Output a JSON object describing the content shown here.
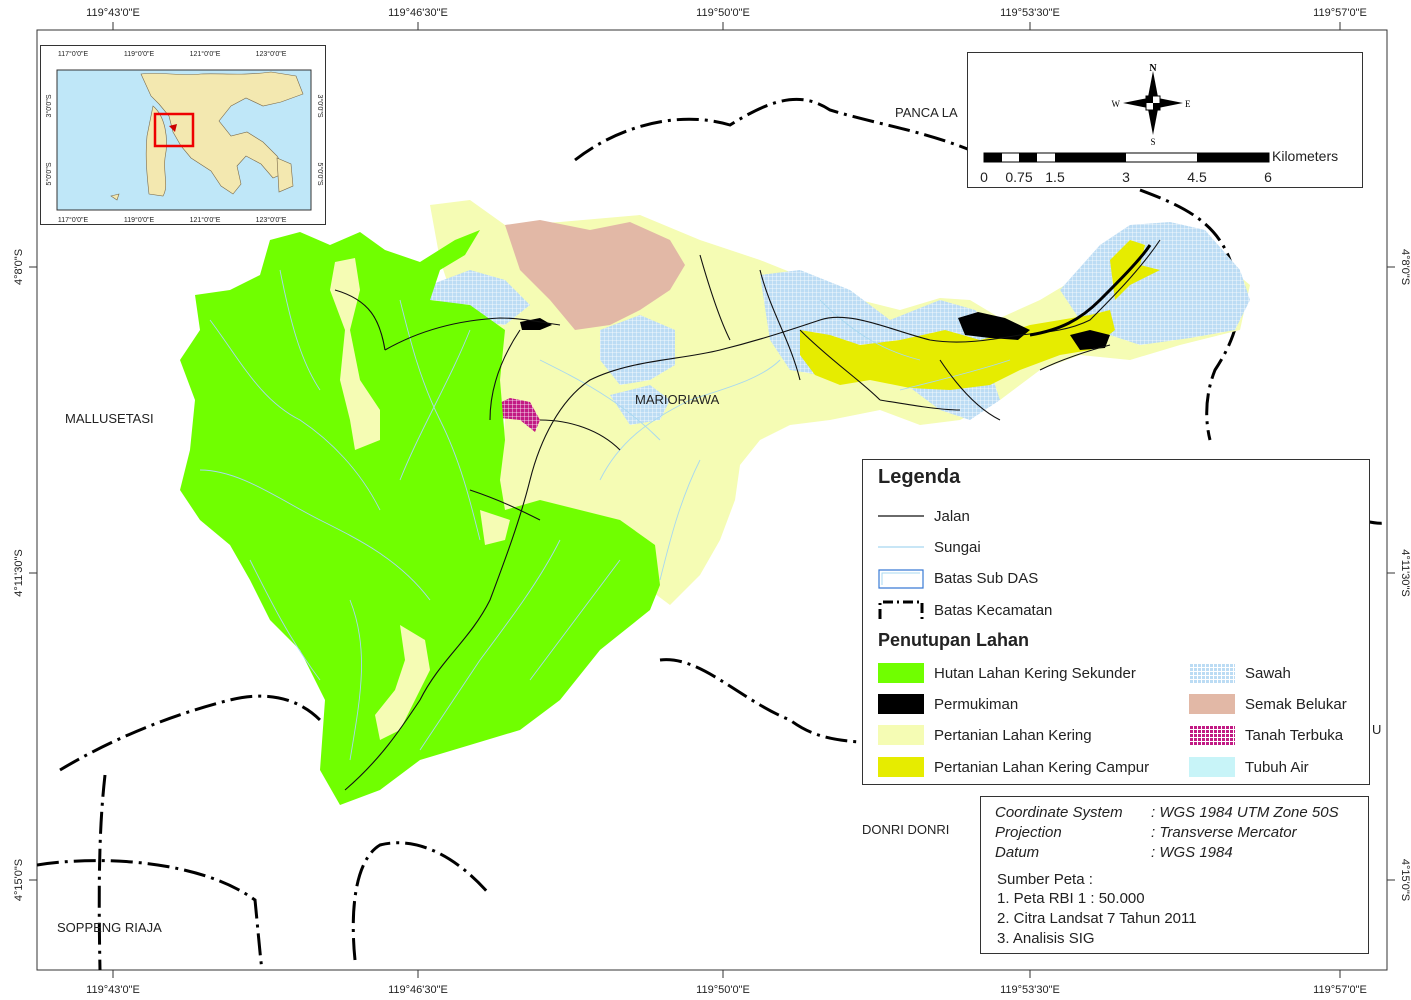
{
  "grid_labels": {
    "top_lon": [
      "119°43'0\"E",
      "119°46'30\"E",
      "119°50'0\"E",
      "119°53'30\"E",
      "119°57'0\"E"
    ],
    "bottom_lon": [
      "119°43'0\"E",
      "119°46'30\"E",
      "119°50'0\"E",
      "119°53'30\"E",
      "119°57'0\"E"
    ],
    "left_lat": [
      "4°8'0\"S",
      "4°11'30\"S",
      "4°15'0\"S"
    ],
    "right_lat": [
      "4°8'0\"S",
      "4°11'30\"S",
      "4°15'0\"S"
    ]
  },
  "places": {
    "panca_la": "PANCA LA",
    "mallusetasi": "MALLUSETASI",
    "marioriawa": "MARIORIAWA",
    "donri_donri": "DONRI DONRI",
    "soppeng_riaja": "SOPPENG RIAJA",
    "u_label": "U"
  },
  "inset": {
    "top_lon": [
      "117°0'0\"E",
      "119°0'0\"E",
      "121°0'0\"E",
      "123°0'0\"E"
    ],
    "bottom_lon": [
      "117°0'0\"E",
      "119°0'0\"E",
      "121°0'0\"E",
      "123°0'0\"E"
    ],
    "left_lat": [
      "3°0'0\"S",
      "5°0'0\"S"
    ],
    "right_lat": [
      "3°0'0\"S",
      "5°0'0\"S"
    ]
  },
  "compass": {
    "n": "N",
    "s": "S",
    "e": "E",
    "w": "W"
  },
  "scale": {
    "unit": "Kilometers",
    "labels": [
      "0",
      "0.75",
      "1.5",
      "3",
      "4.5",
      "6"
    ]
  },
  "legend": {
    "title": "Legenda",
    "lines": [
      {
        "label": "Jalan"
      },
      {
        "label": "Sungai"
      },
      {
        "label": "Batas Sub DAS"
      },
      {
        "label": "Batas Kecamatan"
      }
    ],
    "landcover_title": "Penutupan Lahan",
    "landcover_left": [
      {
        "label": "Hutan Lahan Kering Sekunder",
        "color": "#70ff00"
      },
      {
        "label": "Permukiman",
        "color": "#000000"
      },
      {
        "label": "Pertanian Lahan Kering",
        "color": "#f5fcb4"
      },
      {
        "label": "Pertanian Lahan Kering Campur",
        "color": "#e6ec00"
      }
    ],
    "landcover_right": [
      {
        "label": "Sawah",
        "color": "#bcdcf4"
      },
      {
        "label": "Semak Belukar",
        "color": "#e2b8a6"
      },
      {
        "label": "Tanah Terbuka",
        "color": "#c21a84"
      },
      {
        "label": "Tubuh Air",
        "color": "#c8f4f8"
      }
    ]
  },
  "info": {
    "coord_label": "Coordinate System",
    "coord_value": ": WGS 1984 UTM Zone 50S",
    "proj_label": "Projection",
    "proj_value": ": Transverse Mercator",
    "datum_label": "Datum",
    "datum_value": ": WGS 1984",
    "source_title": "Sumber Peta :",
    "sources": [
      "1. Peta RBI 1 : 50.000",
      "2. Citra Landsat 7 Tahun 2011",
      "3. Analisis SIG"
    ]
  }
}
